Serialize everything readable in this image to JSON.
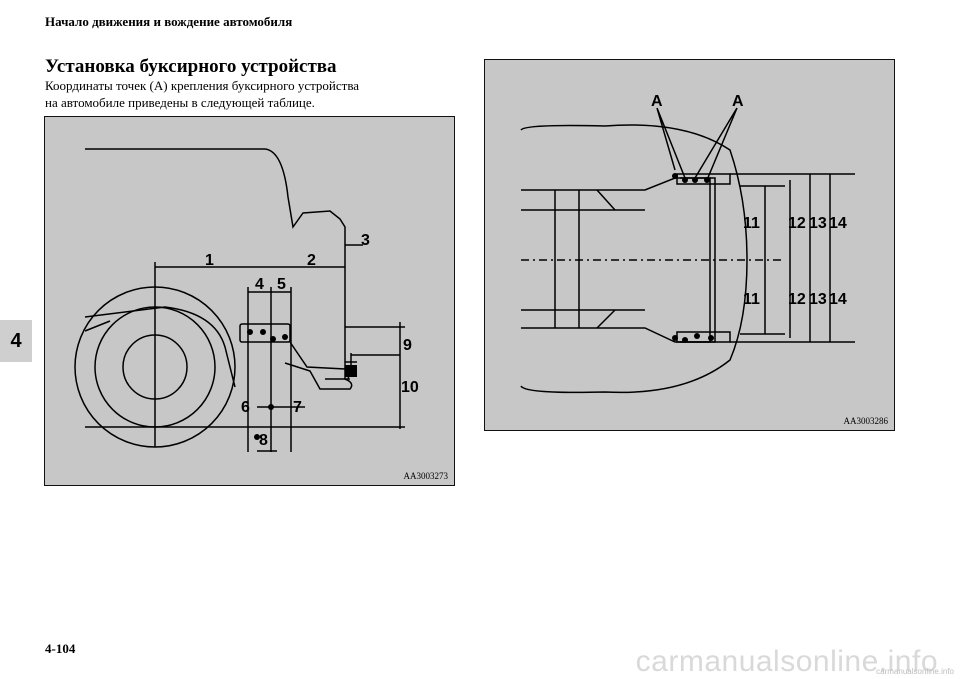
{
  "header": {
    "section": "Начало движения и вождение автомобиля"
  },
  "title": "Установка буксирного устройства",
  "intro": {
    "line1": "Координаты точек (А) крепления буксирного устройства",
    "line2": "на автомобиле приведены в следующей таблице."
  },
  "chapter_tab": "4",
  "figure_side": {
    "code": "AA3003273",
    "labels": {
      "l1": "1",
      "l2": "2",
      "l3": "3",
      "l4": "4",
      "l5": "5",
      "l6": "6",
      "l7": "7",
      "l8": "8",
      "l9": "9",
      "l10": "10"
    }
  },
  "figure_top": {
    "code": "AA3003286",
    "labels": {
      "a_left": "A",
      "a_right": "A",
      "l11a": "11",
      "l11b": "11",
      "l12a": "12",
      "l12b": "12",
      "l13a": "13",
      "l13b": "13",
      "l14a": "14",
      "l14b": "14"
    }
  },
  "footer": {
    "page_number": "4-104"
  },
  "watermark": {
    "large": "carmanualsonline.info",
    "small": "carmanualsonline.info"
  }
}
